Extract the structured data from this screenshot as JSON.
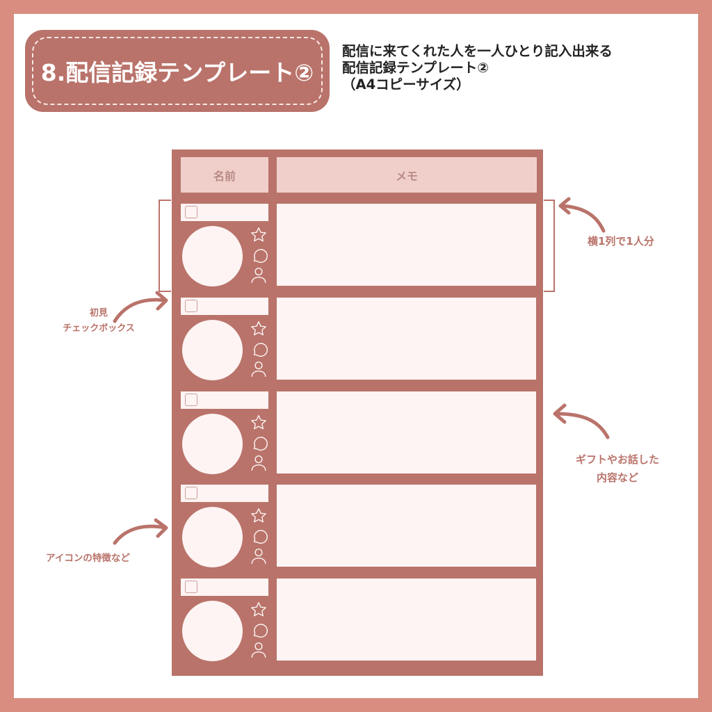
{
  "colors": {
    "frame": "#d98c80",
    "accent": "#b9736a",
    "header_fill": "#f0cfcb",
    "cell_fill": "#fdf4f3",
    "text_dark": "#222222"
  },
  "title_badge": {
    "label": "8.配信記録テンプレート②"
  },
  "description": {
    "lines": [
      "配信に来てくれた人を一人ひとり記入出来る",
      "配信記録テンプレート②",
      "（A4コピーサイズ）"
    ]
  },
  "template": {
    "headers": {
      "name": "名前",
      "memo": "メモ"
    },
    "row_count": 5,
    "row_icons": [
      "star-icon",
      "speech-bubble-icon",
      "person-icon"
    ]
  },
  "annotations": {
    "one_row_per_person": "横1列で1人分",
    "first_time_checkbox": [
      "初見",
      "チェックボックス"
    ],
    "memo_contents": [
      "ギフトやお話した",
      "内容など"
    ],
    "icon_features": "アイコンの特徴など"
  }
}
